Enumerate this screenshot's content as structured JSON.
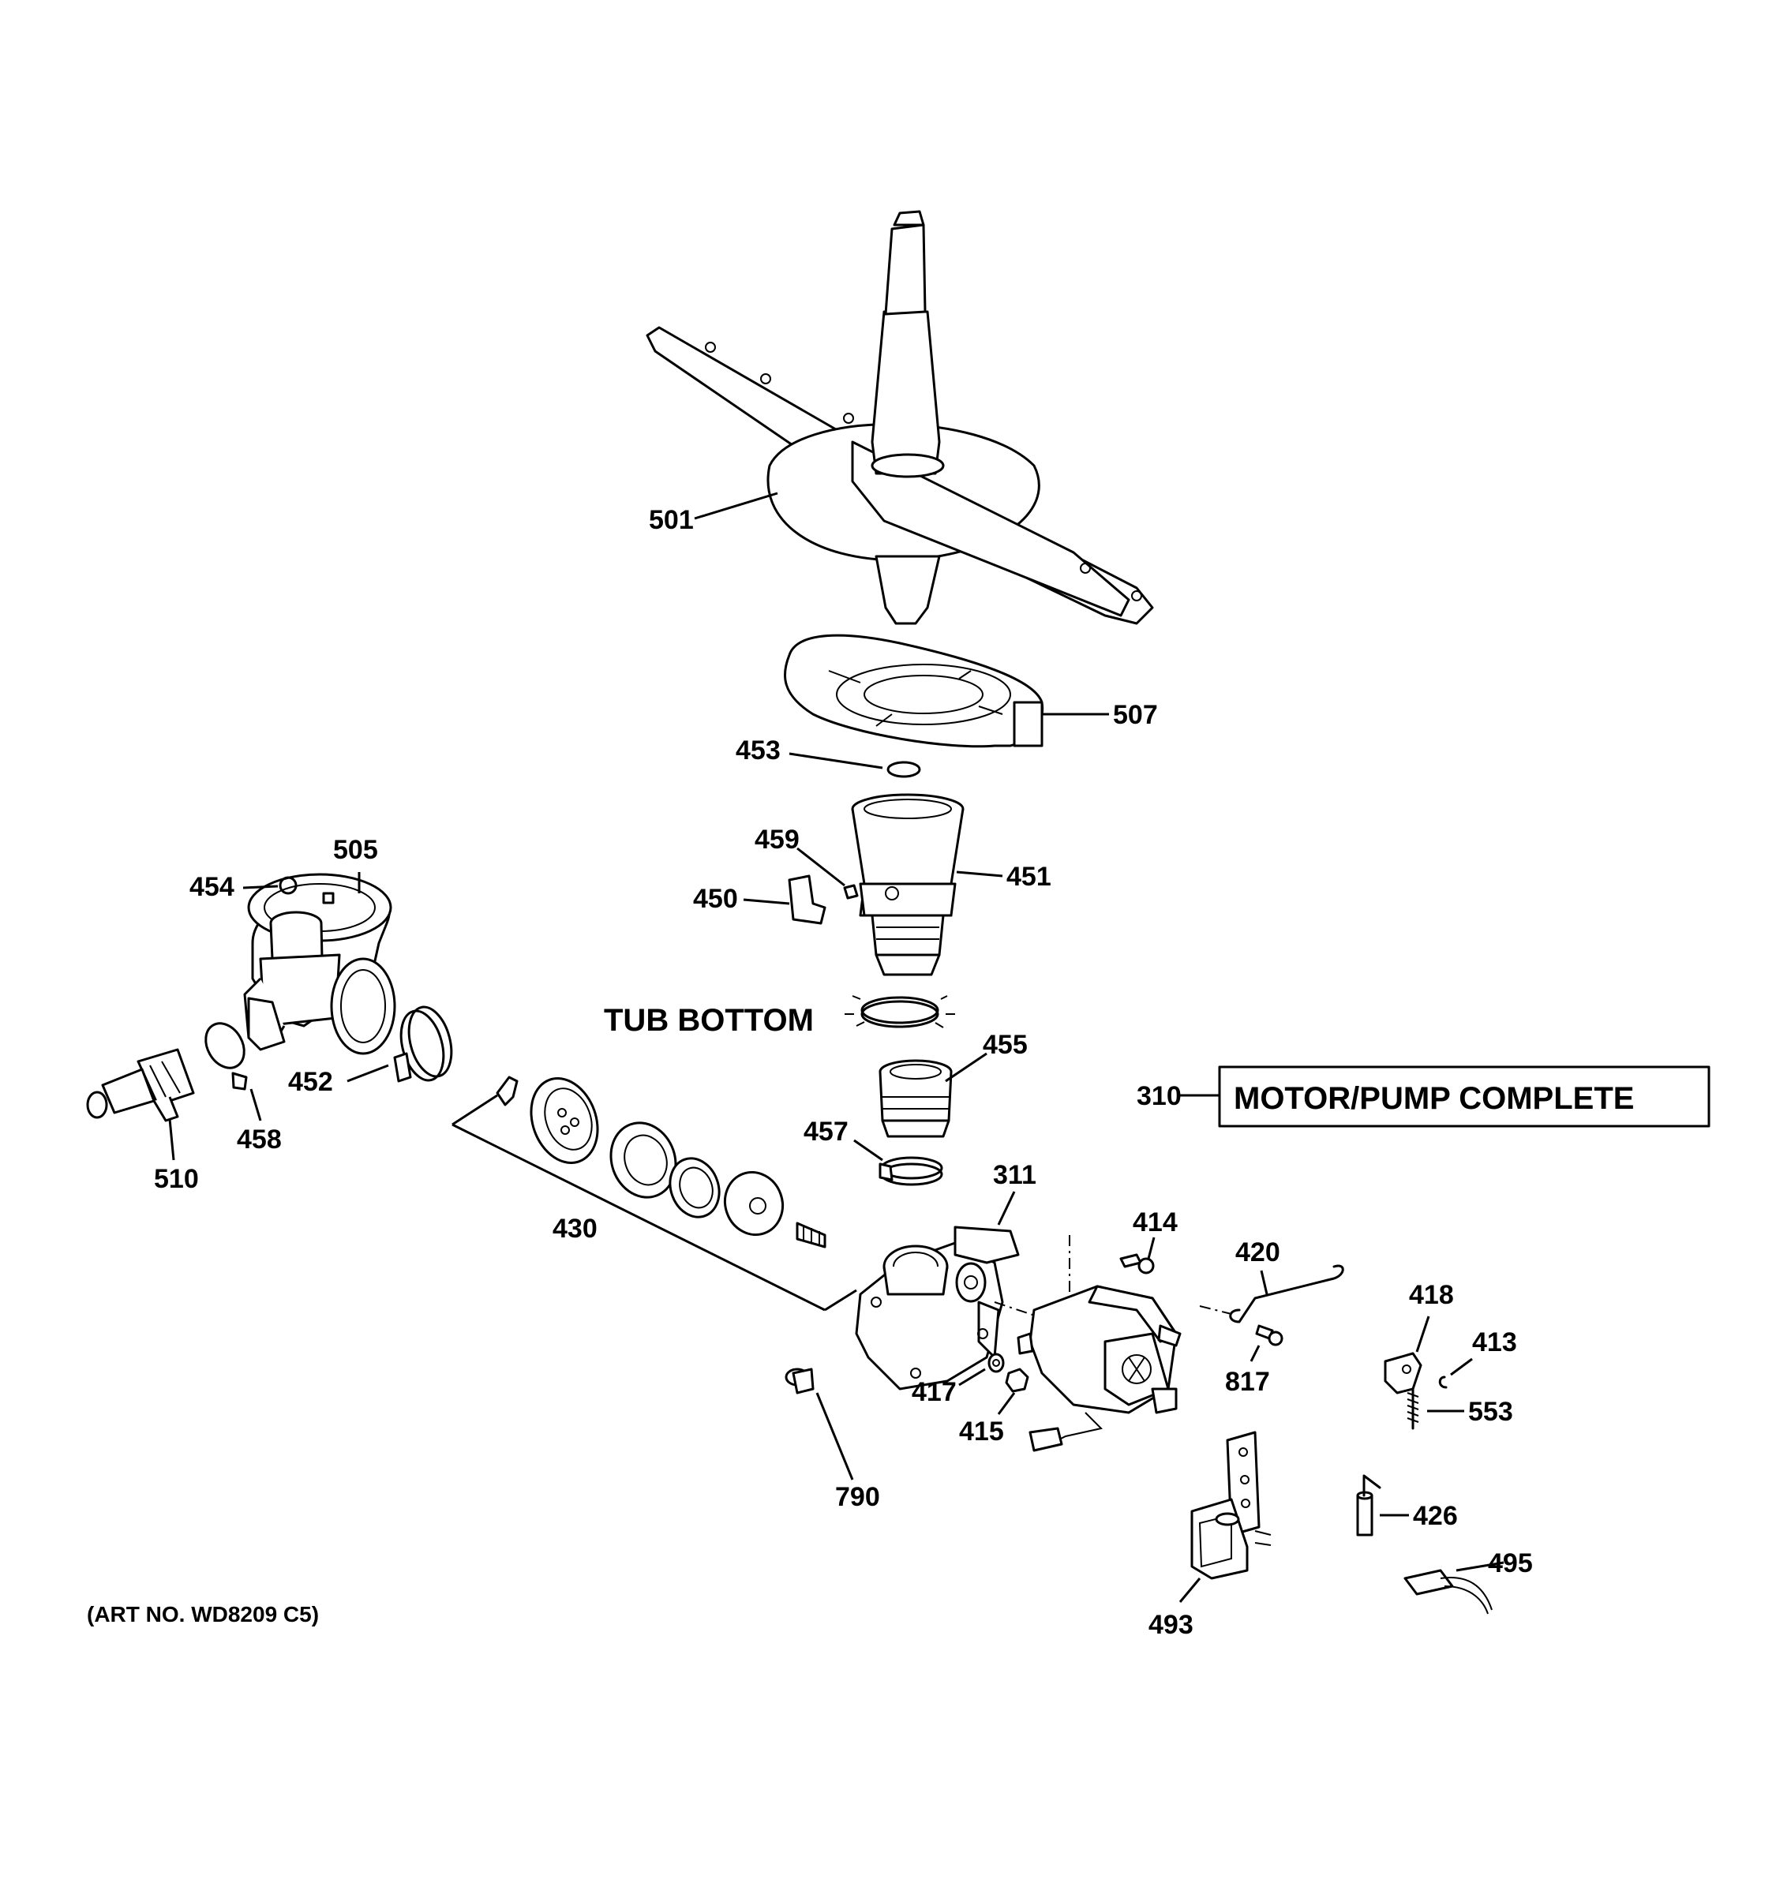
{
  "labels": {
    "p501": "501",
    "p507": "507",
    "p453": "453",
    "p459": "459",
    "p451": "451",
    "p450": "450",
    "p505": "505",
    "p454": "454",
    "p452": "452",
    "p458": "458",
    "p510": "510",
    "p455": "455",
    "p457": "457",
    "p430": "430",
    "p311": "311",
    "p310": "310",
    "p414": "414",
    "p420": "420",
    "p418": "418",
    "p413": "413",
    "p553": "553",
    "p417": "417",
    "p415": "415",
    "p817": "817",
    "p790": "790",
    "p426": "426",
    "p495": "495",
    "p493": "493"
  },
  "tub_bottom": "TUB BOTTOM",
  "motor_pump_complete": "MOTOR/PUMP COMPLETE",
  "art_number": "(ART NO. WD8209 C5)"
}
